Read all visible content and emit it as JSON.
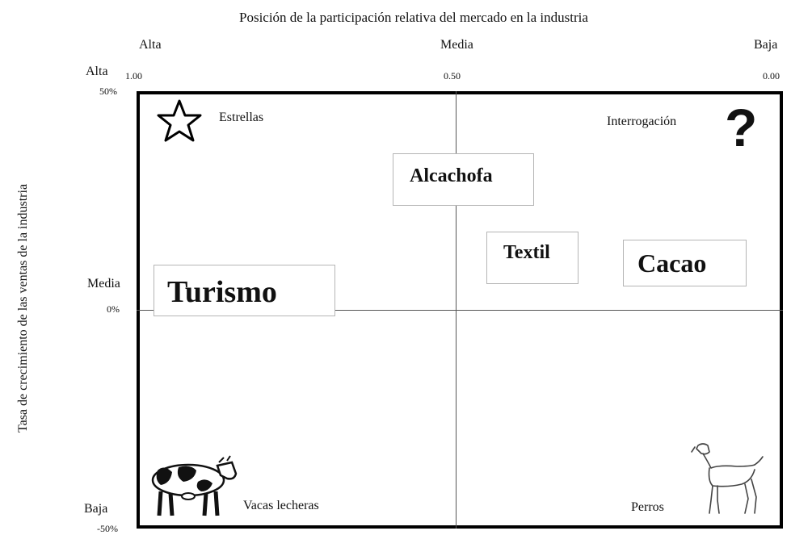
{
  "x_axis": {
    "title": "Posición de la participación relativa del mercado en la industria",
    "levels": [
      "Alta",
      "Media",
      "Baja"
    ],
    "values": [
      "1.00",
      "0.50",
      "0.00"
    ]
  },
  "y_axis": {
    "title": "Tasa de crecimiento de las ventas de la industria",
    "levels": [
      "Alta",
      "Media",
      "Baja"
    ],
    "values": [
      "50%",
      "0%",
      "-50%"
    ]
  },
  "quadrants": {
    "stars": "Estrellas",
    "question": "Interrogación",
    "cows": "Vacas lecheras",
    "dogs": "Perros"
  },
  "question_symbol": "?",
  "items": {
    "alcachofa": "Alcachofa",
    "textil": "Textil",
    "cacao": "Cacao",
    "turismo": "Turismo"
  }
}
